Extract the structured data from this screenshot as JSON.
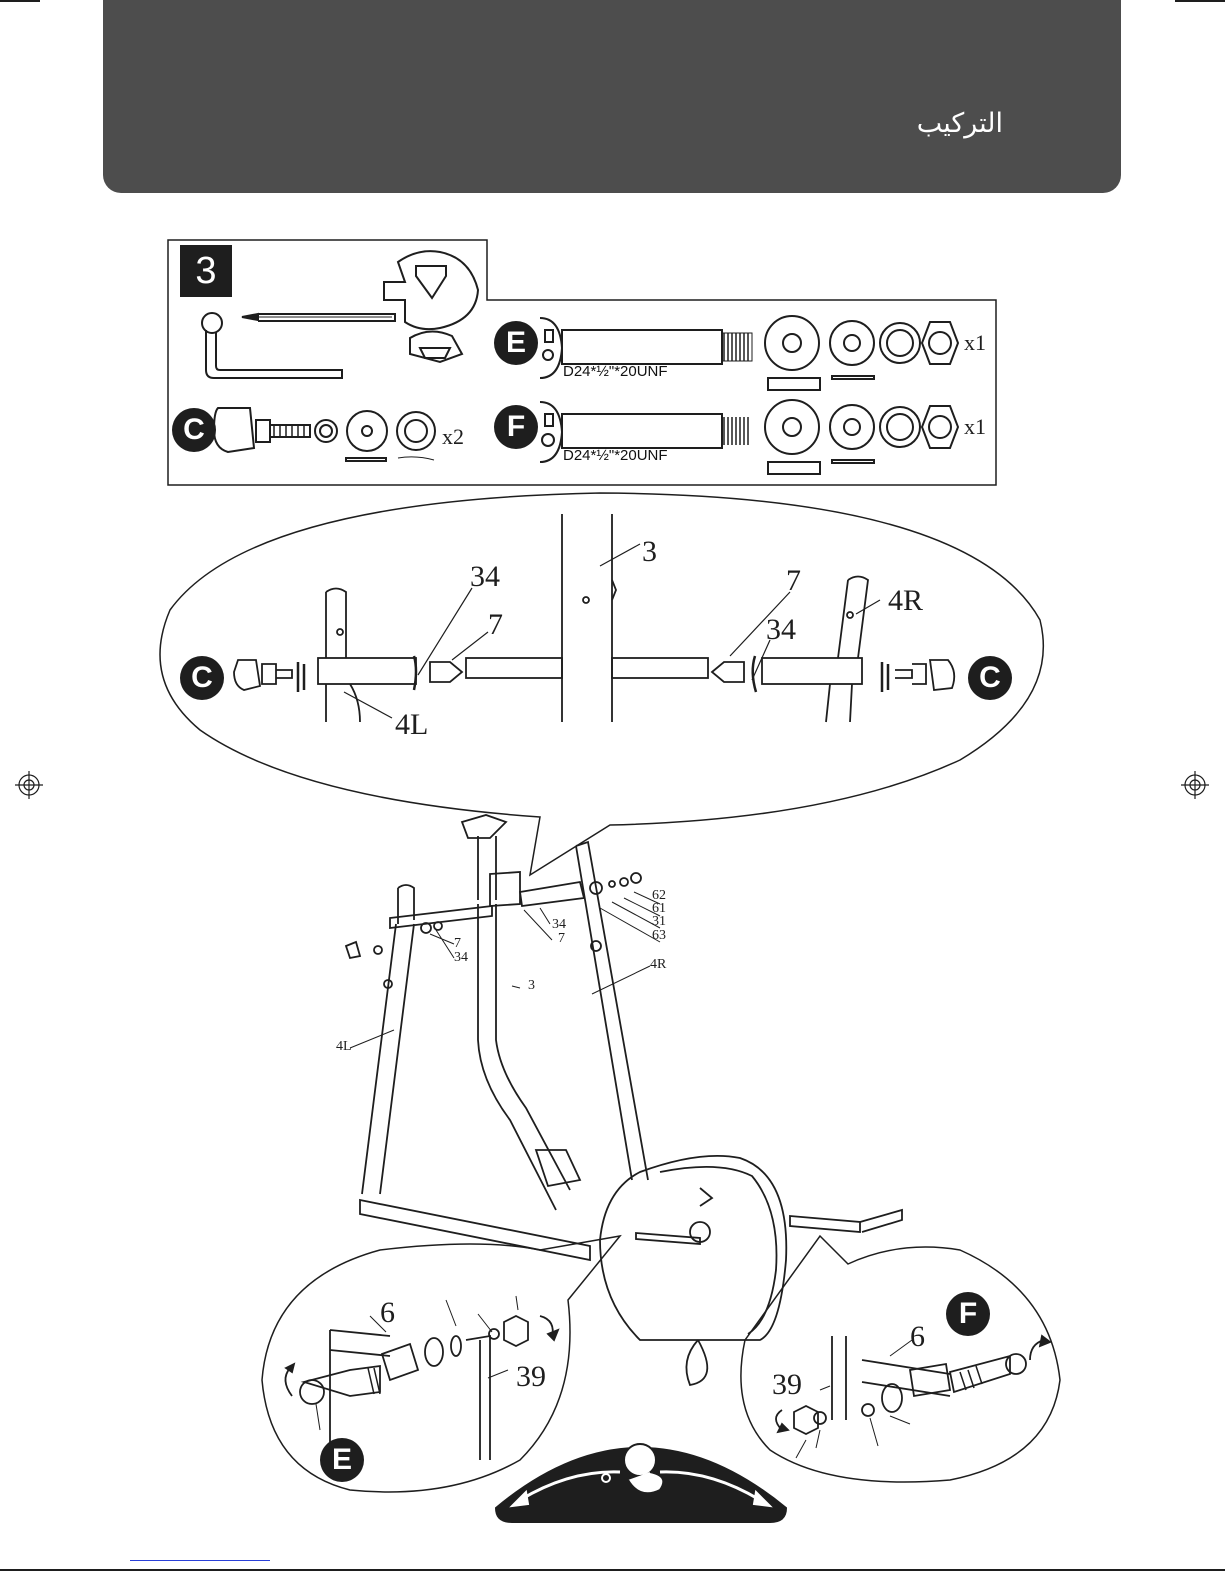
{
  "header": {
    "title": "التركيب"
  },
  "step": {
    "number": "3"
  },
  "parts_box": {
    "row_e": {
      "badge": "E",
      "spec": "D24*½\"*20UNF",
      "qty": "x1"
    },
    "row_f": {
      "badge": "F",
      "spec": "D24*½\"*20UNF",
      "qty": "x1"
    },
    "row_c": {
      "badge": "C",
      "qty": "x2"
    }
  },
  "detail_top": {
    "labels": {
      "part3": "3",
      "left_pin": "34",
      "left_bush": "7",
      "right_bush": "7",
      "right_pin": "34",
      "right_leg": "4R",
      "left_leg": "4L"
    },
    "badge_left": "C",
    "badge_right": "C"
  },
  "main": {
    "labels": {
      "n62": "62",
      "n61": "61",
      "n31": "31",
      "n63": "63",
      "n34a": "34",
      "n7a": "7",
      "n7b": "7",
      "n34b": "34",
      "n3": "3",
      "n4r": "4R",
      "n4l": "4L"
    }
  },
  "detail_left": {
    "labels": {
      "arm": "6",
      "post": "39"
    },
    "badge": "E"
  },
  "detail_right": {
    "labels": {
      "arm": "6",
      "post": "39"
    },
    "badge": "F"
  },
  "colors": {
    "header_bg": "#4d4d4d",
    "ink": "#1e1e1e",
    "footer_link": "#2a40d8"
  }
}
